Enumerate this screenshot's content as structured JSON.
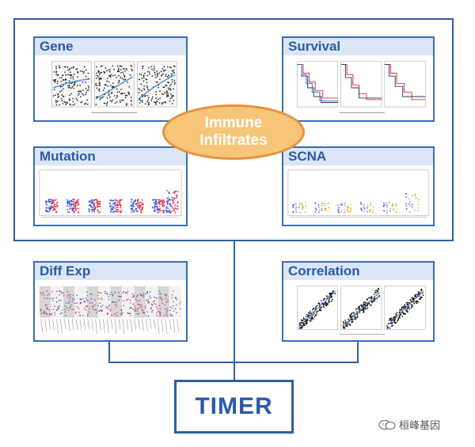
{
  "center": {
    "line1": "Immune",
    "line2": "Infiltrates"
  },
  "panels": {
    "gene": "Gene",
    "survival": "Survival",
    "mutation": "Mutation",
    "scna": "SCNA",
    "diff_exp": "Diff Exp",
    "correlation": "Correlation"
  },
  "timer_label": "TIMER",
  "watermark": "桓峰基因",
  "colors": {
    "frame": "#2f5fa8",
    "title_bg": "#dbe6f6",
    "ellipse_fill": "#f6c57a",
    "ellipse_border": "#e8913a"
  }
}
